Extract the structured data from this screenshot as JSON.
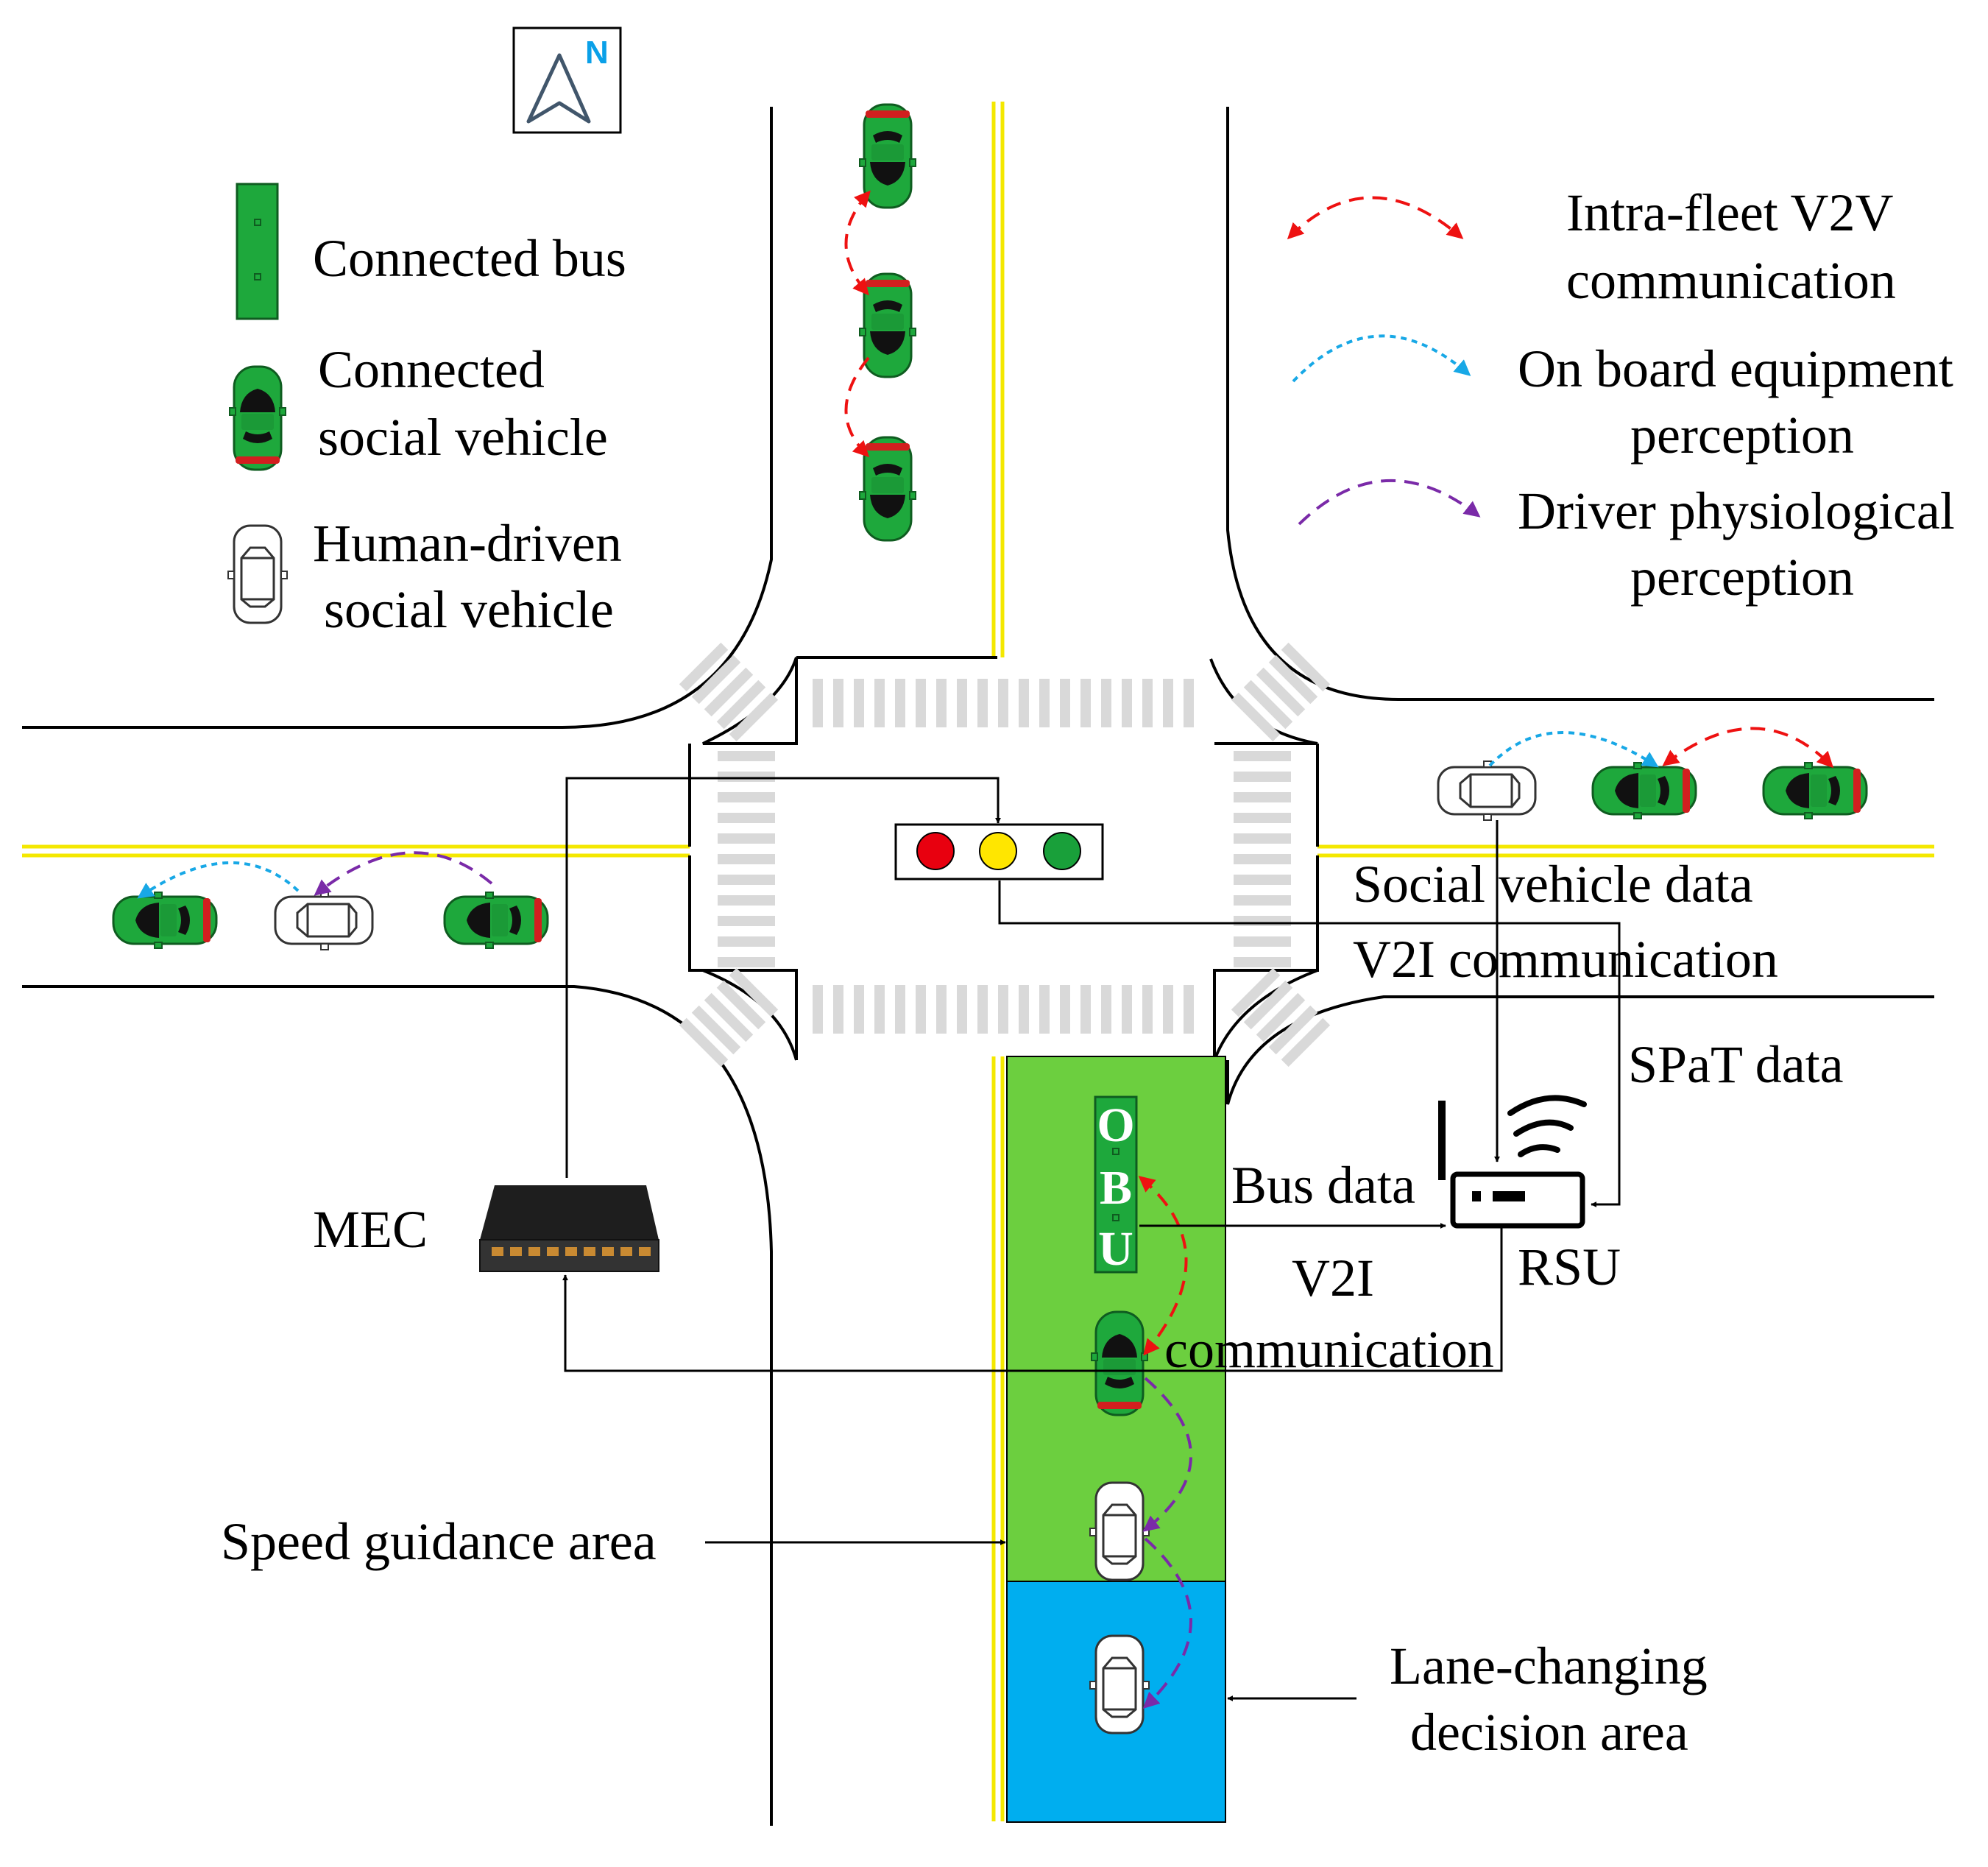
{
  "compass": {
    "letter": "N"
  },
  "legend": {
    "bus": "Connected bus",
    "csv1": "Connected",
    "csv2": "social vehicle",
    "hdv1": "Human-driven",
    "hdv2": "social vehicle",
    "v2v1": "Intra-fleet V2V",
    "v2v2": "communication",
    "obe1": "On board equipment",
    "obe2": "perception",
    "drv1": "Driver physiological",
    "drv2": "perception"
  },
  "labels": {
    "social_data": "Social vehicle data",
    "v2i_comm": "V2I communication",
    "spat": "SPaT data",
    "bus_data": "Bus data",
    "rsu": "RSU",
    "v2i": "V2I",
    "communication": "communication",
    "mec": "MEC",
    "speed_area": "Speed guidance area",
    "lane_area1": "Lane-changing",
    "lane_area2": "decision area",
    "obu": [
      "O",
      "B",
      "U"
    ]
  },
  "colors": {
    "connected_green": "#1ea83c",
    "speed_area": "#6ccf3f",
    "lane_area": "#00aeef",
    "v2v_arrow": "#ee1111",
    "obe_arrow": "#18a8e6",
    "driver_arrow": "#7a2aa8",
    "center_line": "#f4e800",
    "light_red": "#e8000f",
    "light_yellow": "#ffe600",
    "light_green": "#19a03a"
  }
}
